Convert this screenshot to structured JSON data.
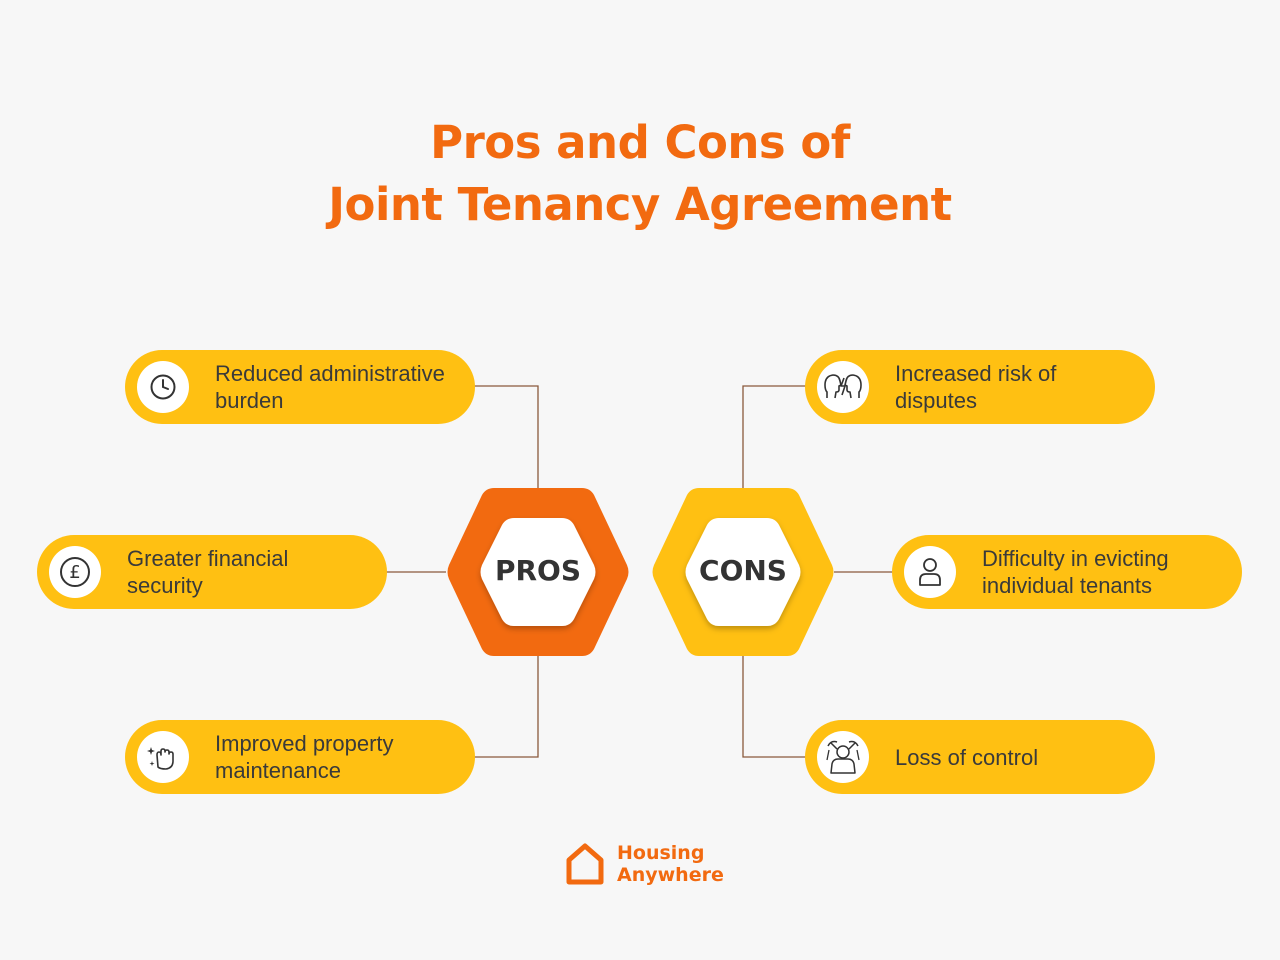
{
  "title": {
    "line1": "Pros and Cons of",
    "line2": "Joint Tenancy Agreement"
  },
  "pros": {
    "label": "PROS",
    "items": [
      {
        "icon": "clock-icon",
        "line1": "Reduced administrative",
        "line2": "burden"
      },
      {
        "icon": "pound-coin-icon",
        "line1": "Greater financial",
        "line2": "security"
      },
      {
        "icon": "cleaning-hand-icon",
        "line1": "Improved property",
        "line2": "maintenance"
      }
    ]
  },
  "cons": {
    "label": "CONS",
    "items": [
      {
        "icon": "arguing-heads-icon",
        "line1": "Increased risk of",
        "line2": "disputes"
      },
      {
        "icon": "person-icon",
        "line1": "Difficulty in evicting",
        "line2": "individual tenants"
      },
      {
        "icon": "frustrated-person-icon",
        "line1": "Loss of control",
        "line2": ""
      }
    ]
  },
  "logo": {
    "line1": "Housing",
    "line2": "Anywhere"
  },
  "colors": {
    "orange": "#f26a10",
    "yellow": "#ffc012",
    "background": "#f7f7f7"
  }
}
